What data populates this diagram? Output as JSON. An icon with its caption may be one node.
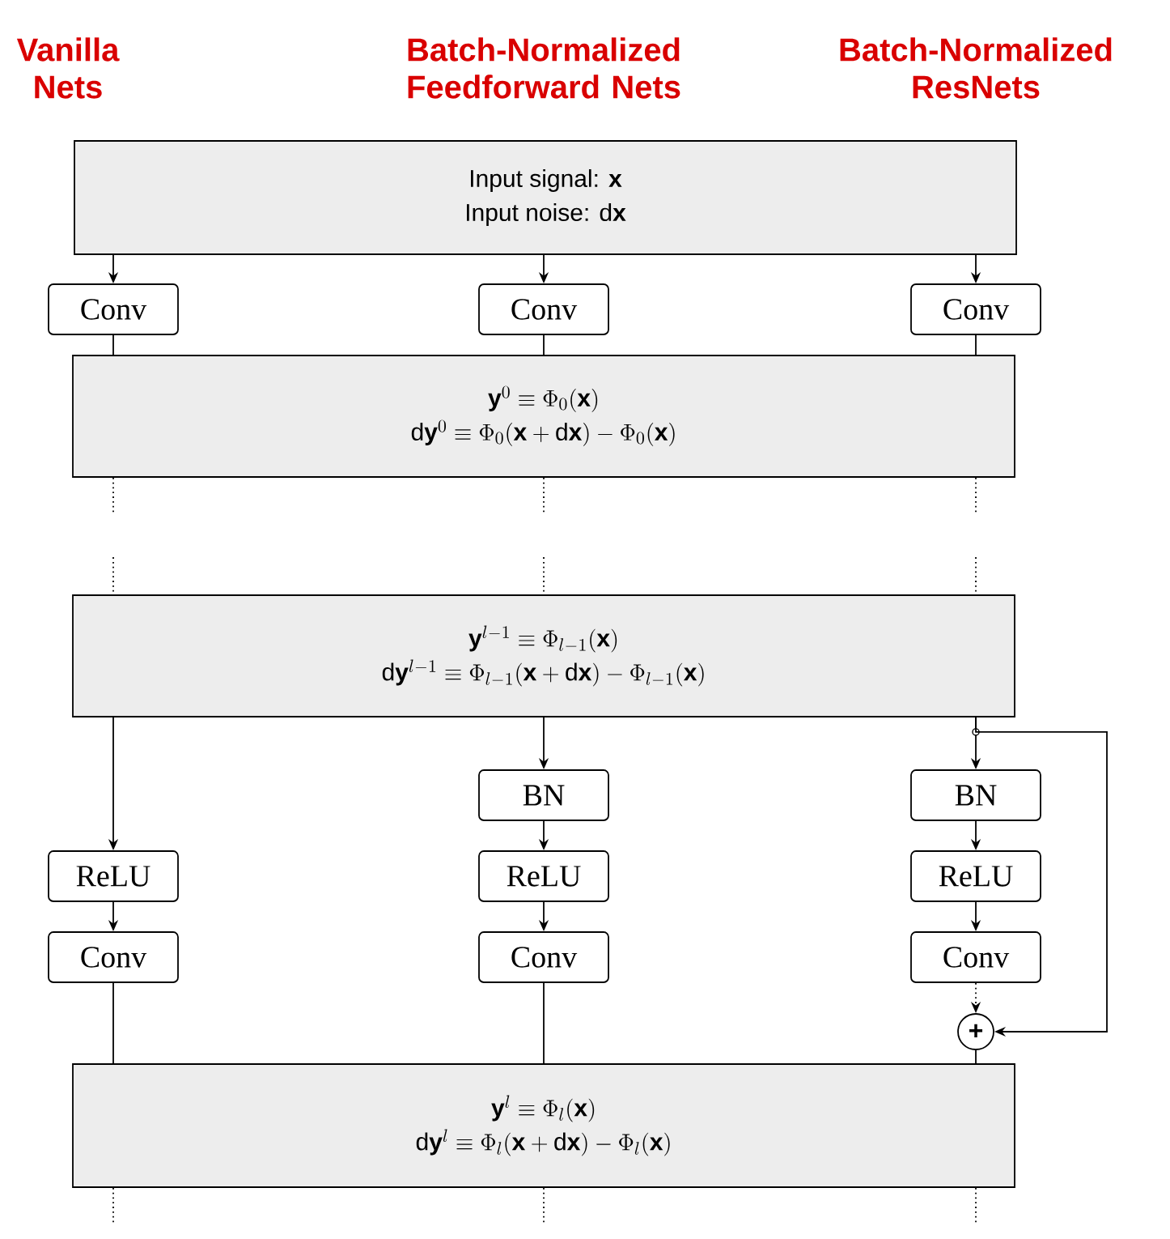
{
  "diagram": {
    "nodes": [
      {
        "text": [
          "Input signal: **x**",
          "Input noise: d**x**"
        ]
      },
      {
        "text": [
          "Conv"
        ]
      },
      {
        "text": [
          "Conv"
        ]
      },
      {
        "text": [
          "Conv"
        ]
      },
      {
        "text": [
          "\\mathbf{y}^0 \\equiv \\Phi_0(\\mathbf{x})",
          "\\mathrm{d}\\mathbf{y}^0 \\equiv \\Phi_0(\\mathbf{x}+\\mathrm{d}\\mathbf{x}) - \\Phi_0(\\mathbf{x})"
        ]
      },
      {
        "text": [
          "\\mathbf{y}^{l-1} \\equiv \\Phi_{l-1}(\\mathbf{x})",
          "\\mathrm{d}\\mathbf{y}^{l-1} \\equiv \\Phi_{l-1}(\\mathbf{x}+\\mathrm{d}\\mathbf{x}) - \\Phi_{l-1}(\\mathbf{x})"
        ]
      },
      {
        "text": [
          "BN"
        ]
      },
      {
        "text": [
          "BN"
        ]
      },
      {
        "text": [
          "ReLU"
        ]
      },
      {
        "text": [
          "ReLU"
        ]
      },
      {
        "text": [
          "ReLU"
        ]
      },
      {
        "text": [
          "Conv"
        ]
      },
      {
        "text": [
          "Conv"
        ]
      },
      {
        "text": [
          "Conv"
        ]
      },
      {
        "text": [
          "+"
        ]
      },
      {
        "text": [
          "\\mathbf{y}^l \\equiv \\Phi_l(\\mathbf{x})",
          "\\mathrm{d}\\mathbf{y}^l \\equiv \\Phi_l(\\mathbf{x}+\\mathrm{d}\\mathbf{x}) - \\Phi_l(\\mathbf{x})"
        ]
      }
    ],
    "edges": [
      {
        "from": 0,
        "to": 1,
        "arrow": "to"
      },
      {
        "from": 0,
        "to": 2,
        "arrow": "to"
      },
      {
        "from": 0,
        "to": 3,
        "arrow": "to"
      },
      {
        "from": 1,
        "to": 4,
        "arrow": "none"
      },
      {
        "from": 2,
        "to": 4,
        "arrow": "none"
      },
      {
        "from": 3,
        "to": 4,
        "arrow": "none"
      },
      {
        "from": 4,
        "to": null,
        "arrow": "none",
        "style": "dashed"
      },
      {
        "from": 4,
        "to": null,
        "arrow": "none",
        "style": "dashed"
      },
      {
        "from": 4,
        "to": null,
        "arrow": "none",
        "style": "dashed"
      },
      {
        "from": null,
        "to": 5,
        "arrow": "none",
        "style": "dashed"
      },
      {
        "from": null,
        "to": 5,
        "arrow": "none",
        "style": "dashed"
      },
      {
        "from": null,
        "to": 5,
        "arrow": "none",
        "style": "dashed"
      },
      {
        "from": 5,
        "to": 8,
        "arrow": "to"
      },
      {
        "from": 5,
        "to": 6,
        "arrow": "to"
      },
      {
        "from": 5,
        "to": 7,
        "arrow": "to"
      },
      {
        "from": 5,
        "to": 14,
        "arrow": "to"
      },
      {
        "from": 8,
        "to": 11,
        "arrow": "to"
      },
      {
        "from": 6,
        "to": 9,
        "arrow": "to"
      },
      {
        "from": 9,
        "to": 12,
        "arrow": "to"
      },
      {
        "from": 7,
        "to": 10,
        "arrow": "to"
      },
      {
        "from": 10,
        "to": 13,
        "arrow": "to"
      },
      {
        "from": 13,
        "to": 14,
        "arrow": "to",
        "style": "dashed"
      },
      {
        "from": 11,
        "to": 15,
        "arrow": "none"
      },
      {
        "from": 12,
        "to": 15,
        "arrow": "none"
      },
      {
        "from": 14,
        "to": 15,
        "arrow": "none"
      },
      {
        "from": 15,
        "to": null,
        "arrow": "none",
        "style": "dashed"
      },
      {
        "from": 15,
        "to": null,
        "arrow": "none",
        "style": "dashed"
      },
      {
        "from": 15,
        "to": null,
        "arrow": "none",
        "style": "dashed"
      }
    ],
    "labels": [
      "Vanilla Nets",
      "Batch-Normalized Feedforward Nets",
      "Batch-Normalized ResNets"
    ]
  }
}
